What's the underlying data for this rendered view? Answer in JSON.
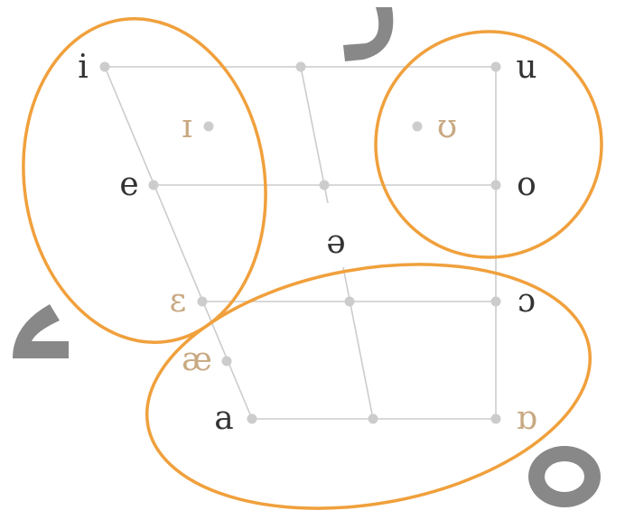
{
  "colors": {
    "grid": "#cccccc",
    "node": "#cccccc",
    "primary_vowel": "#333333",
    "secondary_vowel": "#c8a982",
    "group_outline": "#f0a03c",
    "glyph": "#888888"
  },
  "vowels": {
    "i": "i",
    "u": "u",
    "ɪ": "ɪ",
    "ʊ": "ʊ",
    "e": "e",
    "o": "o",
    "ə": "ə",
    "ɛ": "ɛ",
    "ɔ": "ɔ",
    "æ": "æ",
    "a": "a",
    "ɒ": "ɒ"
  },
  "groups": [
    "front-high-group",
    "back-high-group",
    "low-group"
  ],
  "glyph_icons": [
    "hook-top-glyph",
    "hook-left-glyph",
    "ring-glyph"
  ]
}
